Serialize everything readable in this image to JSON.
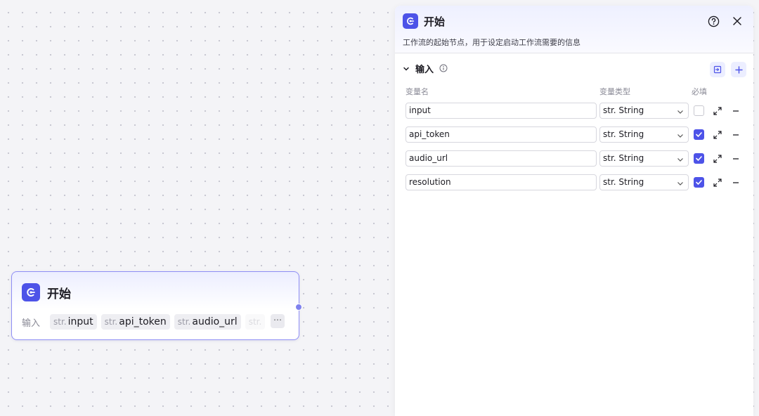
{
  "canvas": {
    "node": {
      "title": "开始",
      "io_label": "输入",
      "type_tag": "str.",
      "params": [
        "input",
        "api_token",
        "audio_url"
      ],
      "truncated_param": "str.",
      "more_label": "⋯"
    }
  },
  "panel": {
    "title": "开始",
    "description": "工作流的起始节点，用于设定启动工作流需要的信息",
    "section_title": "输入",
    "columns": {
      "name": "变量名",
      "type": "变量类型",
      "required": "必填"
    },
    "rows": [
      {
        "name": "input",
        "type": "str. String",
        "required": false
      },
      {
        "name": "api_token",
        "type": "str. String",
        "required": true
      },
      {
        "name": "audio_url",
        "type": "str. String",
        "required": true
      },
      {
        "name": "resolution",
        "type": "str. String",
        "required": true
      }
    ]
  },
  "colors": {
    "accent": "#4d53e8",
    "border": "#8f8ef5"
  },
  "icons": [
    "app-icon",
    "help-icon",
    "close-icon",
    "chevron-down-icon",
    "info-icon",
    "import-icon",
    "plus-icon",
    "check-icon",
    "expand-icon",
    "minus-icon"
  ]
}
